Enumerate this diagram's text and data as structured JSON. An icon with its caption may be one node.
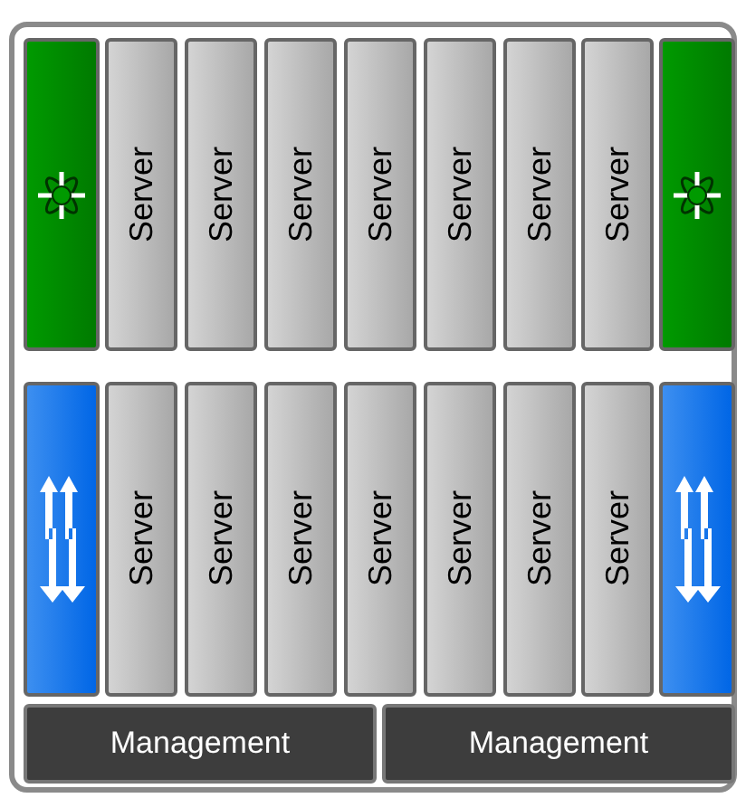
{
  "diagram": {
    "nodes": [
      {
        "text": [],
        "shape": "box"
      },
      {
        "text": [],
        "shape": "box",
        "in": 0
      },
      {
        "text": [
          "Server"
        ],
        "in": 0
      },
      {
        "text": [
          "Server"
        ],
        "in": 0
      },
      {
        "text": [
          "Server"
        ],
        "in": 0
      },
      {
        "text": [
          "Server"
        ],
        "in": 0
      },
      {
        "text": [
          "Server"
        ],
        "in": 0
      },
      {
        "text": [
          "Server"
        ],
        "in": 0
      },
      {
        "text": [
          "Server"
        ],
        "in": 0
      },
      {
        "text": [],
        "shape": "box",
        "in": 0
      },
      {
        "text": [],
        "shape": "box",
        "in": 0
      },
      {
        "text": [
          "Server"
        ],
        "in": 0
      },
      {
        "text": [
          "Server"
        ],
        "in": 0
      },
      {
        "text": [
          "Server"
        ],
        "in": 0
      },
      {
        "text": [
          "Server"
        ],
        "in": 0
      },
      {
        "text": [
          "Server"
        ],
        "in": 0
      },
      {
        "text": [
          "Server"
        ],
        "in": 0
      },
      {
        "text": [
          "Server"
        ],
        "in": 0
      },
      {
        "text": [],
        "shape": "box",
        "in": 0
      },
      {
        "text": [
          "Management"
        ],
        "in": 0
      },
      {
        "text": [
          "Management"
        ],
        "in": 0
      }
    ]
  }
}
